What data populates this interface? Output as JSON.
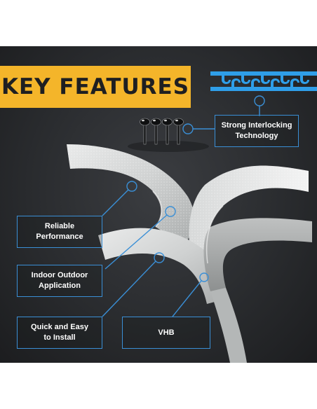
{
  "title": "KEY FEATURES",
  "features": [
    {
      "label": "Strong Interlocking\nTechnology"
    },
    {
      "label": "Reliable\nPerformance"
    },
    {
      "label": "Indoor Outdoor\nApplication"
    },
    {
      "label": "Quick and Easy\nto Install"
    },
    {
      "label": "VHB"
    }
  ],
  "colors": {
    "accent": "#f4b52a",
    "callout_blue": "#3a8fd6",
    "background": "#2a2c2f",
    "text": "#ffffff"
  },
  "icons": [
    "interlocking-hooks-icon",
    "mushroom-head-fasteners-icon"
  ]
}
